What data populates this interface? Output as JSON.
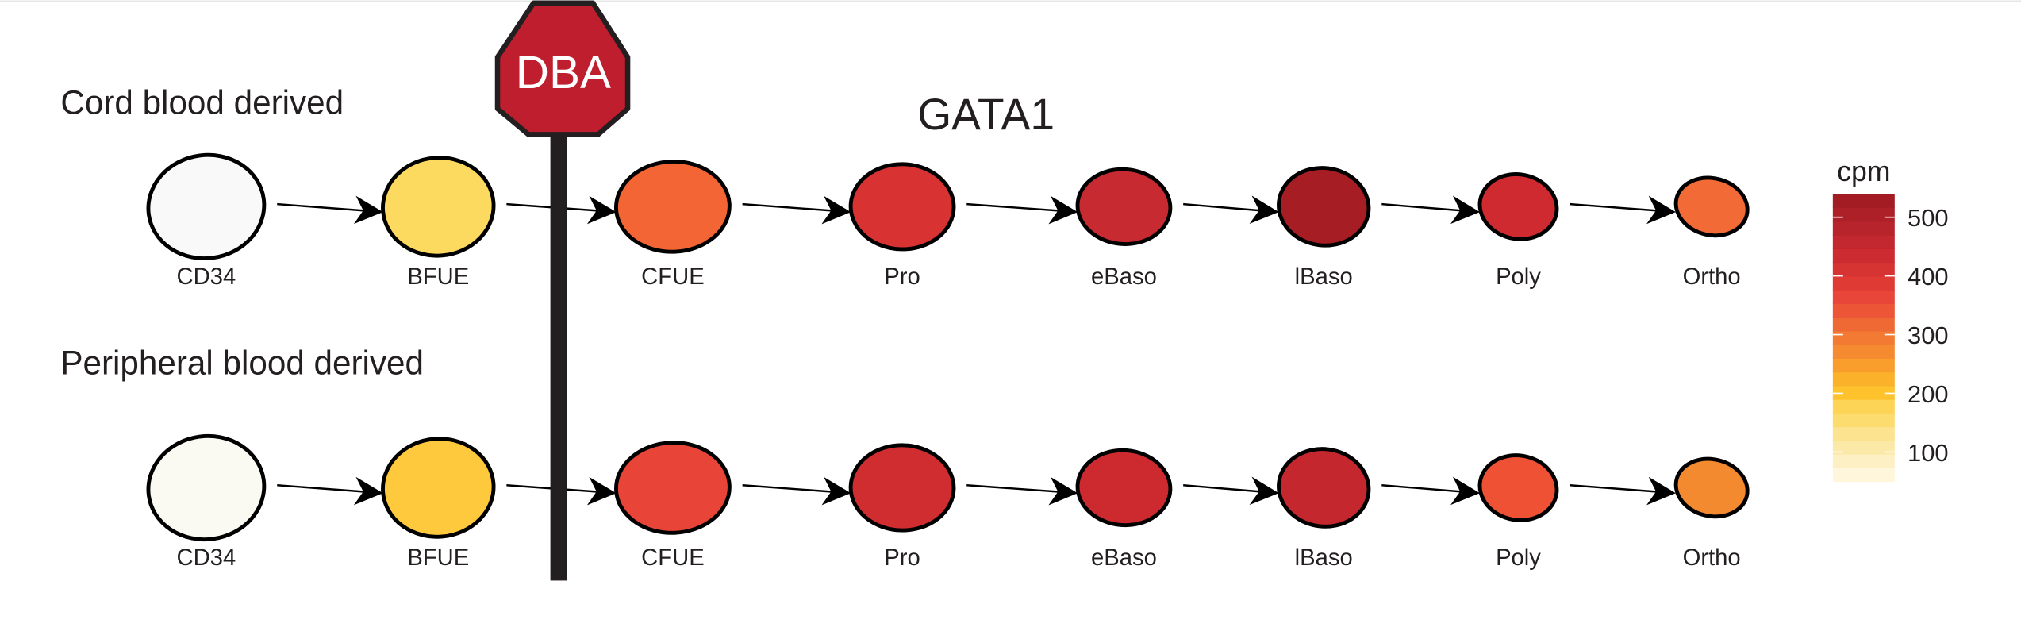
{
  "title": "GATA1",
  "stop_sign": {
    "label": "DBA",
    "color": "#be1e2d"
  },
  "rows": [
    {
      "label": "Cord blood derived",
      "cells": [
        {
          "name": "CD34",
          "color": "#f9f9f9"
        },
        {
          "name": "BFUE",
          "color": "#fcd95f"
        },
        {
          "name": "CFUE",
          "color": "#f46535"
        },
        {
          "name": "Pro",
          "color": "#d83232"
        },
        {
          "name": "eBaso",
          "color": "#c72a30"
        },
        {
          "name": "lBaso",
          "color": "#a61e23"
        },
        {
          "name": "Poly",
          "color": "#ce2a30"
        },
        {
          "name": "Ortho",
          "color": "#f26a35"
        }
      ]
    },
    {
      "label": "Peripheral blood derived",
      "cells": [
        {
          "name": "CD34",
          "color": "#fafaf2"
        },
        {
          "name": "BFUE",
          "color": "#fec93d"
        },
        {
          "name": "CFUE",
          "color": "#e84538"
        },
        {
          "name": "Pro",
          "color": "#d02d30"
        },
        {
          "name": "eBaso",
          "color": "#cc2a2f"
        },
        {
          "name": "lBaso",
          "color": "#c4272e"
        },
        {
          "name": "Poly",
          "color": "#ef5135"
        },
        {
          "name": "Ortho",
          "color": "#f48a30"
        }
      ]
    }
  ],
  "legend": {
    "title": "cpm",
    "ticks": [
      "500",
      "400",
      "300",
      "200",
      "100"
    ],
    "tick_values": [
      500,
      400,
      300,
      200,
      100
    ],
    "range": [
      50,
      540
    ],
    "colors": [
      "#fff6dc",
      "#fdf0c4",
      "#fbe9a8",
      "#fbe390",
      "#fcdc6e",
      "#fdd456",
      "#fec32c",
      "#fbb12a",
      "#f99d2c",
      "#f68a30",
      "#f27a32",
      "#ef6934",
      "#ec5536",
      "#e84638",
      "#e03a35",
      "#d63333",
      "#cc2c31",
      "#c3272f",
      "#b8242c",
      "#ad2028",
      "#a31c24"
    ]
  }
}
